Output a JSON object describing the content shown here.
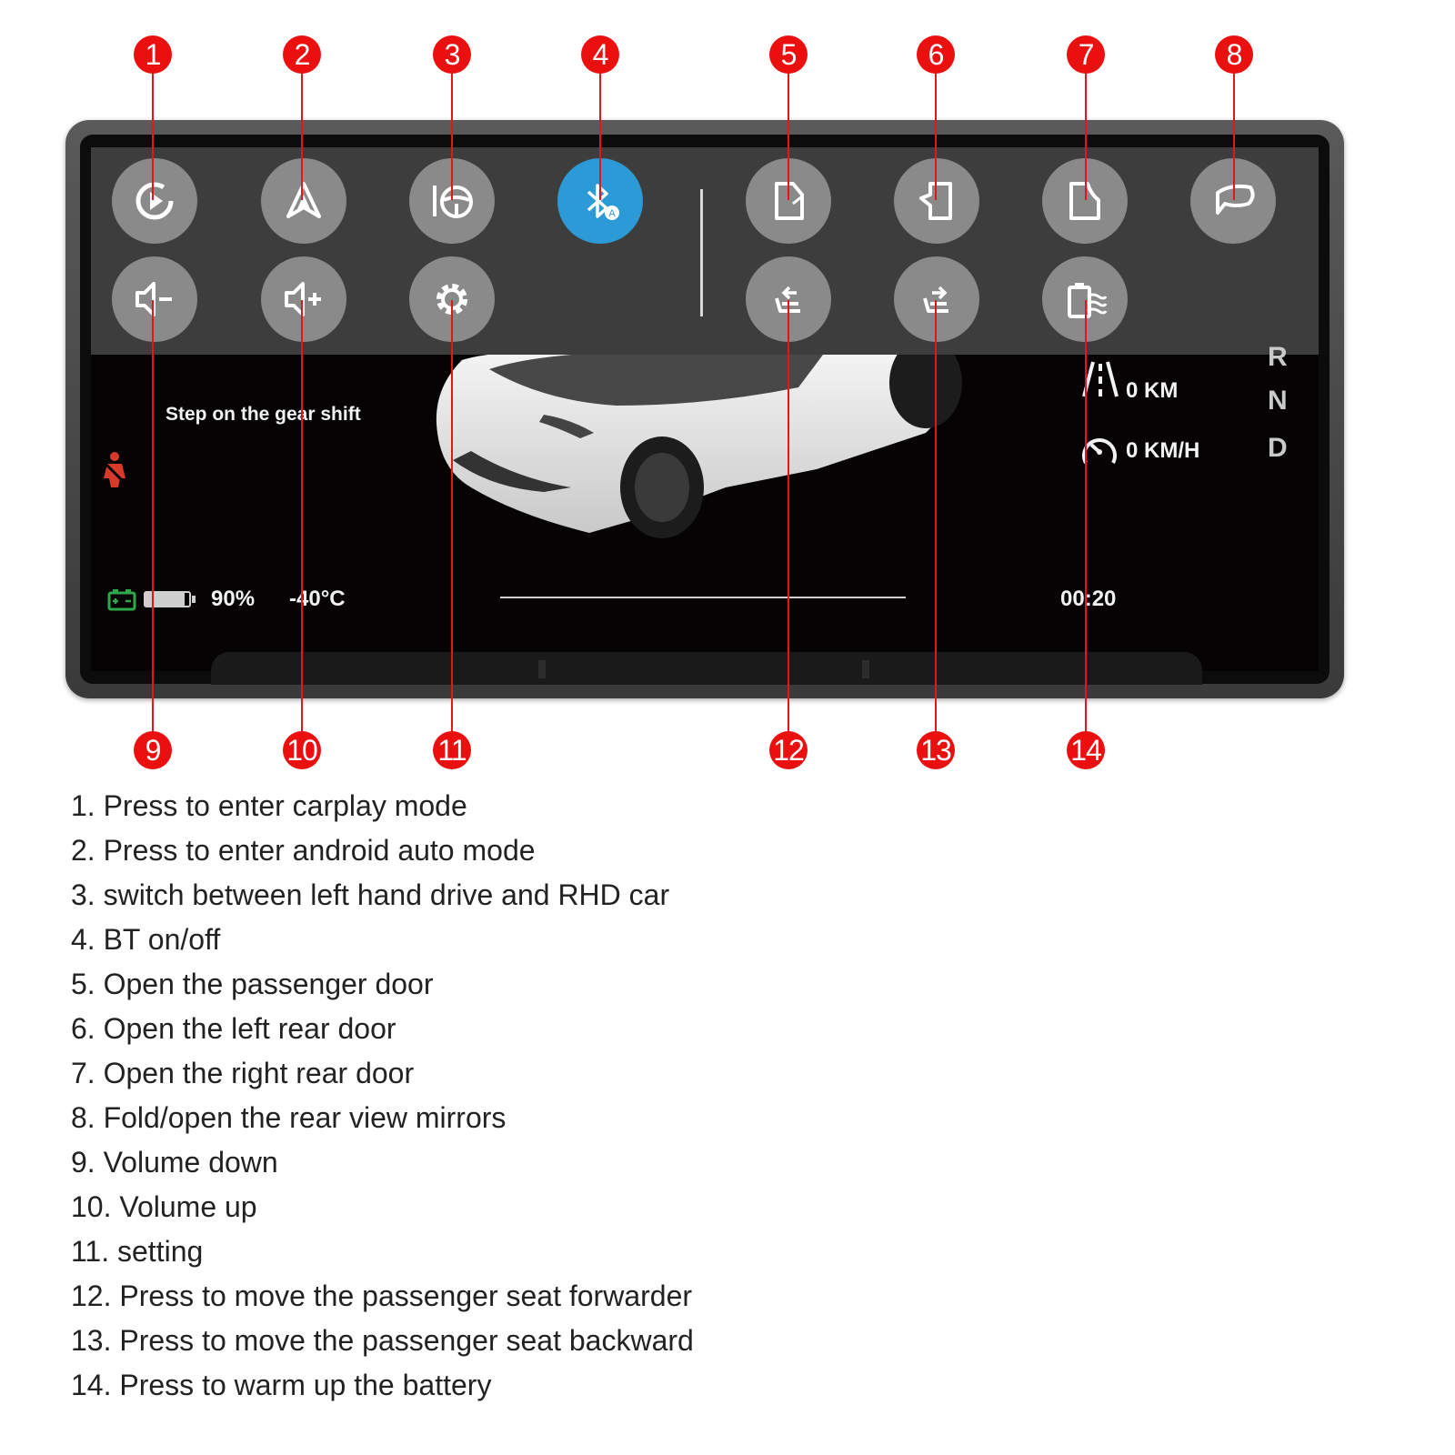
{
  "dashboard": {
    "panel_top_buttons": [
      {
        "num": "1",
        "icon": "carplay-icon"
      },
      {
        "num": "2",
        "icon": "android-auto-icon"
      },
      {
        "num": "3",
        "icon": "steering-wheel-icon"
      },
      {
        "num": "4",
        "icon": "bluetooth-icon",
        "active": true
      },
      {
        "num": "5",
        "icon": "passenger-door-icon"
      },
      {
        "num": "6",
        "icon": "left-rear-door-icon"
      },
      {
        "num": "7",
        "icon": "right-rear-door-icon"
      },
      {
        "num": "8",
        "icon": "mirror-icon"
      }
    ],
    "panel_bottom_buttons": [
      {
        "num": "9",
        "icon": "volume-down-icon"
      },
      {
        "num": "10",
        "icon": "volume-up-icon"
      },
      {
        "num": "11",
        "icon": "settings-gear-icon"
      },
      {
        "num": "12",
        "icon": "seat-forward-icon"
      },
      {
        "num": "13",
        "icon": "seat-backward-icon"
      },
      {
        "num": "14",
        "icon": "battery-heat-icon"
      }
    ],
    "message": "Step on the gear shift",
    "battery_percent": "90%",
    "battery_level": 0.9,
    "temperature": "-40°C",
    "odometer": "0 KM",
    "speed": "0 KM/H",
    "time": "00:20",
    "gears": [
      "R",
      "N",
      "D"
    ],
    "colors": {
      "active_button": "#2b9ad6",
      "button": "#8a8a8a",
      "callout": "#ea1010",
      "battery_icon": "#2ea84a",
      "seatbelt_warning": "#d83a2a"
    }
  },
  "legend": [
    "1. Press to enter carplay mode",
    "2. Press to enter android auto mode",
    "3. switch between left hand drive and RHD car",
    "4. BT on/off",
    "5. Open the passenger door",
    "6. Open the left rear door",
    "7. Open the right rear door",
    "8. Fold/open the rear view mirrors",
    "9. Volume down",
    "10. Volume up",
    "11. setting",
    "12. Press to move the passenger seat forwarder",
    "13. Press to move the passenger seat backward",
    "14. Press to warm up the battery"
  ]
}
